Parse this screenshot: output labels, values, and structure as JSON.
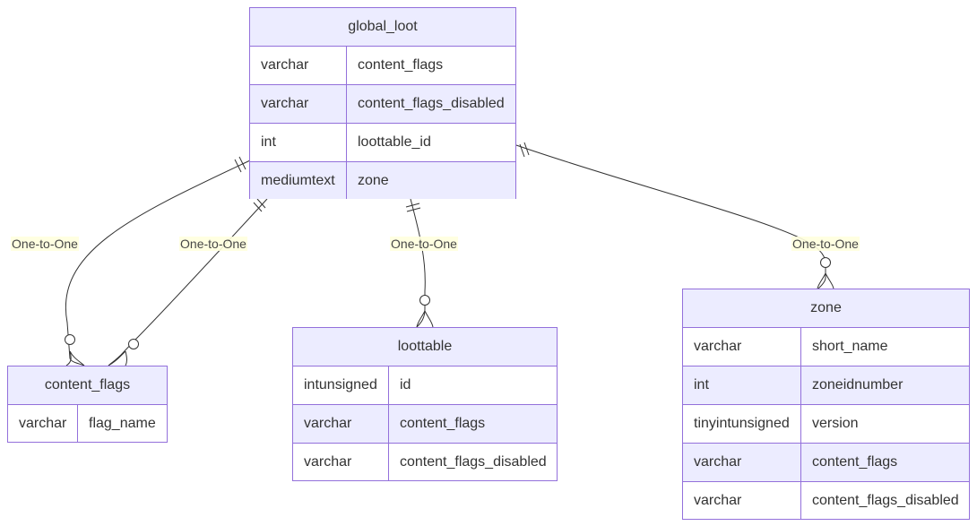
{
  "entities": {
    "global_loot": {
      "title": "global_loot",
      "attributes": [
        {
          "type": "varchar",
          "name": "content_flags"
        },
        {
          "type": "varchar",
          "name": "content_flags_disabled"
        },
        {
          "type": "int",
          "name": "loottable_id"
        },
        {
          "type": "mediumtext",
          "name": "zone"
        }
      ]
    },
    "content_flags": {
      "title": "content_flags",
      "attributes": [
        {
          "type": "varchar",
          "name": "flag_name"
        }
      ]
    },
    "loottable": {
      "title": "loottable",
      "attributes": [
        {
          "type": "intunsigned",
          "name": "id"
        },
        {
          "type": "varchar",
          "name": "content_flags"
        },
        {
          "type": "varchar",
          "name": "content_flags_disabled"
        }
      ]
    },
    "zone": {
      "title": "zone",
      "attributes": [
        {
          "type": "varchar",
          "name": "short_name"
        },
        {
          "type": "int",
          "name": "zoneidnumber"
        },
        {
          "type": "tinyintunsigned",
          "name": "version"
        },
        {
          "type": "varchar",
          "name": "content_flags"
        },
        {
          "type": "varchar",
          "name": "content_flags_disabled"
        }
      ]
    }
  },
  "relationships": [
    {
      "label": "One-to-One"
    },
    {
      "label": "One-to-One"
    },
    {
      "label": "One-to-One"
    },
    {
      "label": "One-to-One"
    }
  ],
  "colors": {
    "entity_border": "#9370db",
    "entity_header_fill": "#ececff",
    "row_alt_fill": "#ececff",
    "line": "#333333",
    "label_bg": "#ffffde"
  }
}
